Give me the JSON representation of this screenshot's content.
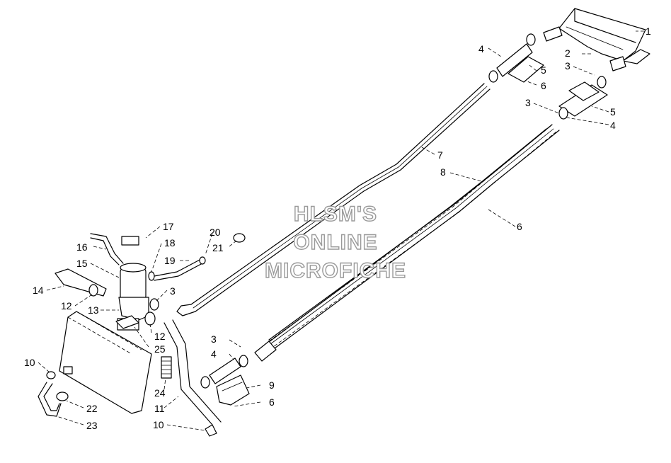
{
  "watermark": {
    "line1": "HLSM'S",
    "line2": "ONLINE",
    "line3": "MICROFICHE"
  },
  "callouts": {
    "c1": "1",
    "c2": "2",
    "c3a": "3",
    "c3b": "3",
    "c3c": "3",
    "c3d": "3",
    "c4a": "4",
    "c4b": "4",
    "c4c": "4",
    "c5a": "5",
    "c5b": "5",
    "c6a": "6",
    "c6b": "6",
    "c6c": "6",
    "c7": "7",
    "c8": "8",
    "c9": "9",
    "c10a": "10",
    "c10b": "10",
    "c11": "11",
    "c12a": "12",
    "c12b": "12",
    "c13": "13",
    "c14": "14",
    "c15": "15",
    "c16": "16",
    "c17": "17",
    "c18": "18",
    "c19": "19",
    "c20": "20",
    "c21": "21",
    "c22": "22",
    "c23": "23",
    "c24": "24",
    "c25": "25"
  }
}
